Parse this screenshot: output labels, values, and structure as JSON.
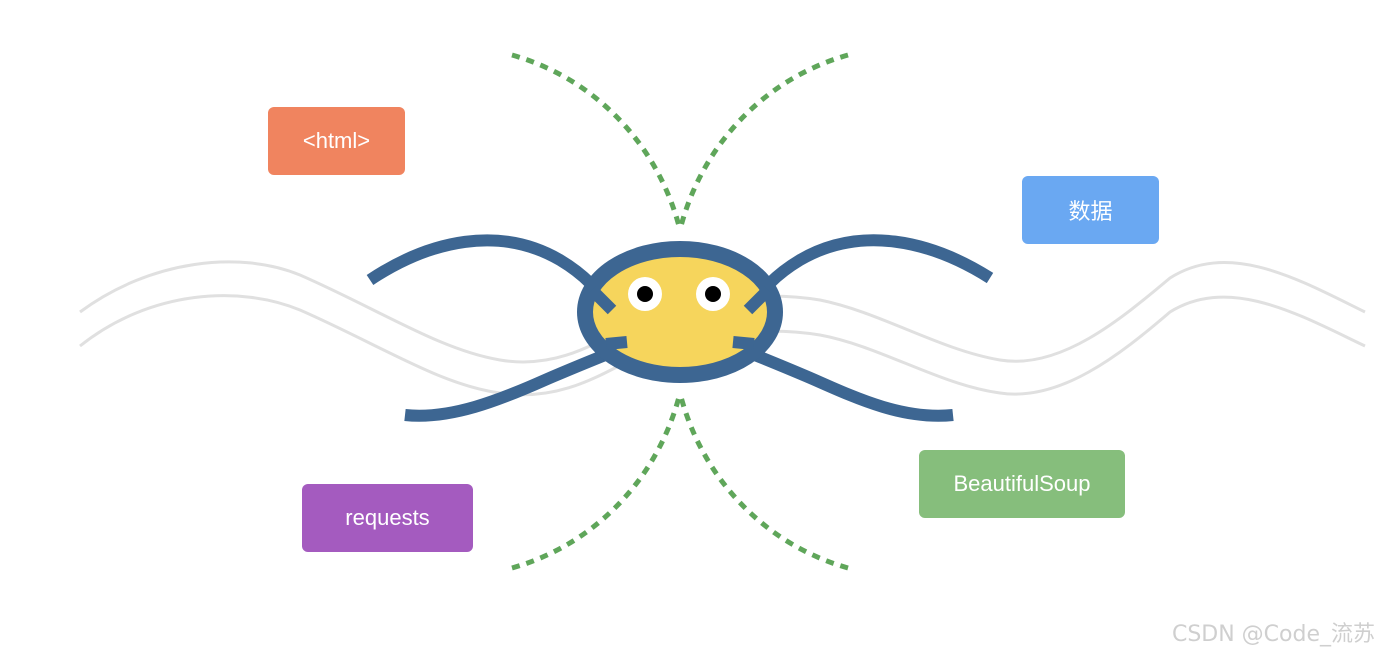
{
  "tags": {
    "html": "<html>",
    "data": "数据",
    "beautifulsoup": "BeautifulSoup",
    "requests": "requests"
  },
  "watermark": "CSDN @Code_流苏",
  "colors": {
    "html_tag": "#f0845f",
    "data_tag": "#6aa8f2",
    "beautifulsoup_tag": "#86be7c",
    "requests_tag": "#a45bbf",
    "spider_body": "#f6d55c",
    "spider_outline": "#3d6692",
    "web_threads": "#e0e0e0",
    "dotted_threads": "#5fa65a",
    "watermark": "#cfcfcf"
  }
}
